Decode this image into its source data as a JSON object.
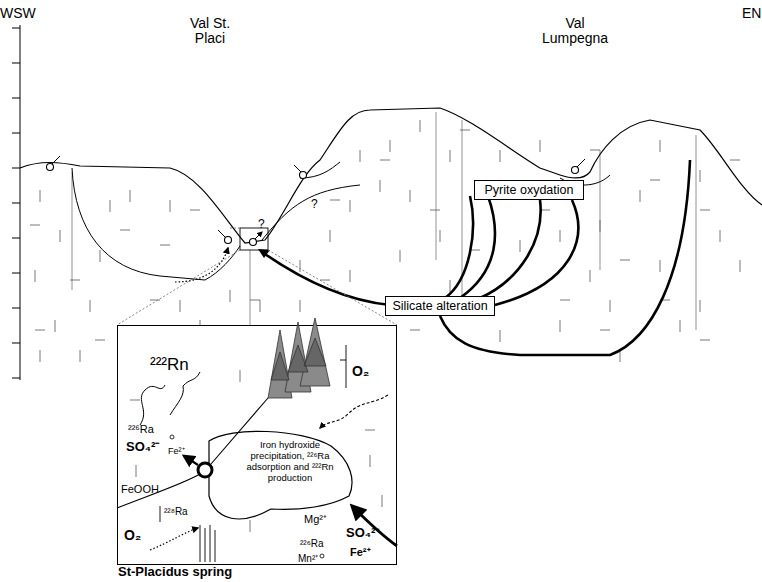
{
  "diagram": {
    "nodes": [
      {
        "text": [
          "Pyrite oxydation"
        ]
      },
      {
        "text": [
          "Silicate alteration"
        ]
      },
      {
        "text": [
          "St-Placidus spring"
        ]
      },
      {
        "text": [
          "Iron hydroxide precipitation, ²²⁶Ra adsorption and ²²²Rn production"
        ],
        "in": 2
      }
    ],
    "labels": [
      "WSW",
      "EN",
      "Val St. Placi",
      "Val Lumpegna",
      "?",
      "?",
      "²²²Rn",
      "²²⁶Ra",
      "SO₄²⁻",
      "Fe²⁺",
      "O₂",
      "FeOOH",
      "O₂",
      "²²⁸Ra",
      "Mg²⁺",
      "SO₄²⁻",
      "²²⁶Ra",
      "Fe²⁺",
      "Mn²⁺"
    ]
  }
}
